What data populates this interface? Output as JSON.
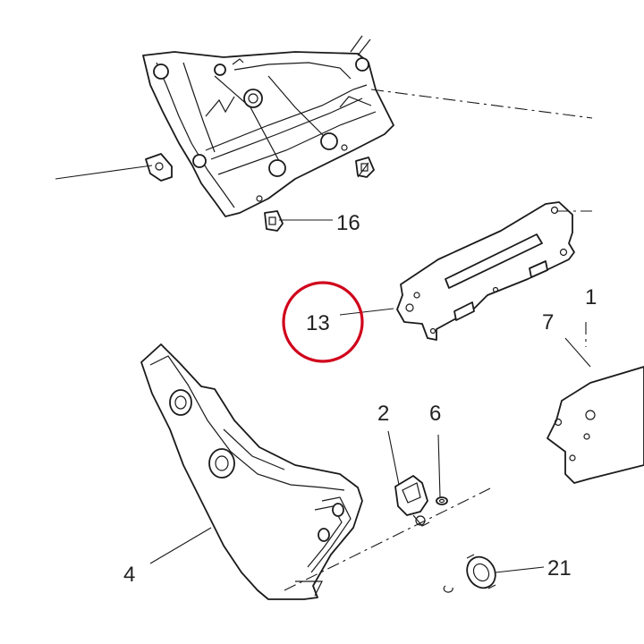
{
  "diagram": {
    "highlight_color": "#d0021b",
    "line_color": "#1a1a1a",
    "callouts": [
      {
        "id": "16",
        "text": "16"
      },
      {
        "id": "13",
        "text": "13"
      },
      {
        "id": "7",
        "text": "7"
      },
      {
        "id": "2",
        "text": "2"
      },
      {
        "id": "6",
        "text": "6"
      },
      {
        "id": "4",
        "text": "4"
      },
      {
        "id": "21",
        "text": "21"
      },
      {
        "id": "1-partial",
        "text": "1"
      }
    ]
  }
}
